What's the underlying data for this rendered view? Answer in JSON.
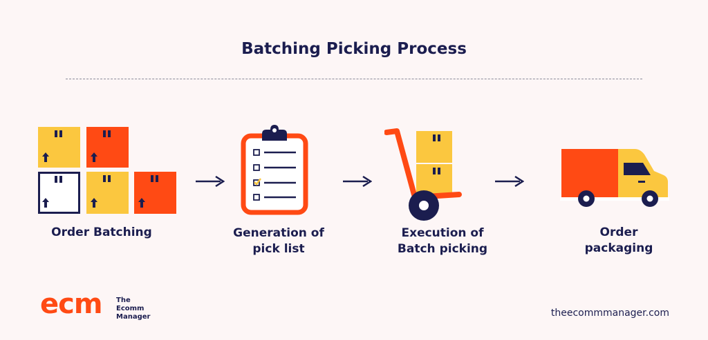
{
  "title": "Batching Picking Process",
  "steps": [
    {
      "label": "Order Batching",
      "icon": "boxes-icon"
    },
    {
      "label": "Generation of\npick list",
      "icon": "clipboard-checklist-icon"
    },
    {
      "label": "Execution of\nBatch picking",
      "icon": "hand-truck-icon"
    },
    {
      "label": "Order\npackaging",
      "icon": "delivery-truck-icon"
    }
  ],
  "logo": {
    "mark": "ecm",
    "tagline_1": "The",
    "tagline_2": "Ecomm",
    "tagline_3": "Manager"
  },
  "website": "theecommmanager.com",
  "colors": {
    "navy": "#1b1d4f",
    "orange": "#ff4a14",
    "yellow": "#fbc73f",
    "background": "#fdf6f6"
  }
}
